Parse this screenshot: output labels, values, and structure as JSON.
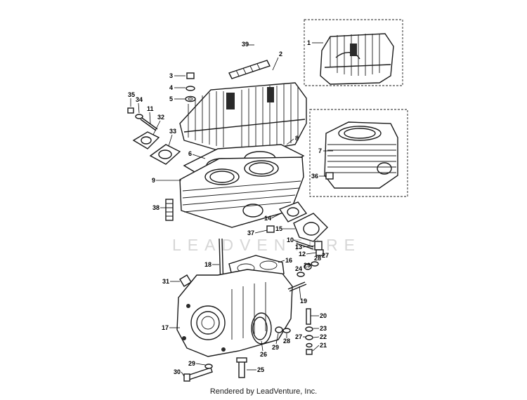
{
  "diagram": {
    "watermark": "LEADVENTURE",
    "footer": "Rendered by LeadVenture, Inc.",
    "callouts": [
      {
        "label": "39",
        "part": "head-bolt-strip"
      },
      {
        "label": "2",
        "part": "cylinder-head-twin"
      },
      {
        "label": "1",
        "part": "cylinder-head-single"
      },
      {
        "label": "3",
        "part": "head-nut"
      },
      {
        "label": "4",
        "part": "lock-washer"
      },
      {
        "label": "5",
        "part": "flat-washer"
      },
      {
        "label": "35",
        "part": "stud-nut"
      },
      {
        "label": "34",
        "part": "stud-washer"
      },
      {
        "label": "11",
        "part": "manifold-stud"
      },
      {
        "label": "32",
        "part": "exhaust-gasket-plate"
      },
      {
        "label": "33",
        "part": "exhaust-gasket"
      },
      {
        "label": "6",
        "part": "head-gasket"
      },
      {
        "label": "8",
        "part": "head-gasket-set"
      },
      {
        "label": "7",
        "part": "cylinder-single"
      },
      {
        "label": "36",
        "part": "cylinder-nut"
      },
      {
        "label": "9",
        "part": "cylinder-twin"
      },
      {
        "label": "38",
        "part": "cylinder-stud-strip"
      },
      {
        "label": "14",
        "part": "intake-manifold-gasket"
      },
      {
        "label": "15",
        "part": "intake-flange"
      },
      {
        "label": "37",
        "part": "flange-nut"
      },
      {
        "label": "10",
        "part": "intake-stud"
      },
      {
        "label": "13",
        "part": "plug-a"
      },
      {
        "label": "12",
        "part": "plug-b"
      },
      {
        "label": "28",
        "part": "nut-28"
      },
      {
        "label": "27",
        "part": "washer-27"
      },
      {
        "label": "29",
        "part": "washer-29"
      },
      {
        "label": "24",
        "part": "spacer-24"
      },
      {
        "label": "18",
        "part": "crankcase-stud"
      },
      {
        "label": "16",
        "part": "crankcase-gasket"
      },
      {
        "label": "31",
        "part": "breather"
      },
      {
        "label": "19",
        "part": "mount-bolt"
      },
      {
        "label": "20",
        "part": "long-bolt"
      },
      {
        "label": "17",
        "part": "crankcase"
      },
      {
        "label": "23",
        "part": "nut-23"
      },
      {
        "label": "27",
        "part": "washer-27-lower"
      },
      {
        "label": "22",
        "part": "washer-22"
      },
      {
        "label": "21",
        "part": "nut-21"
      },
      {
        "label": "29",
        "part": "washer-29-lower"
      },
      {
        "label": "28",
        "part": "nut-28-lower"
      },
      {
        "label": "26",
        "part": "oil-seal"
      },
      {
        "label": "29",
        "part": "washer-29-base"
      },
      {
        "label": "30",
        "part": "base-bolt"
      },
      {
        "label": "25",
        "part": "drain-bolt"
      }
    ]
  }
}
